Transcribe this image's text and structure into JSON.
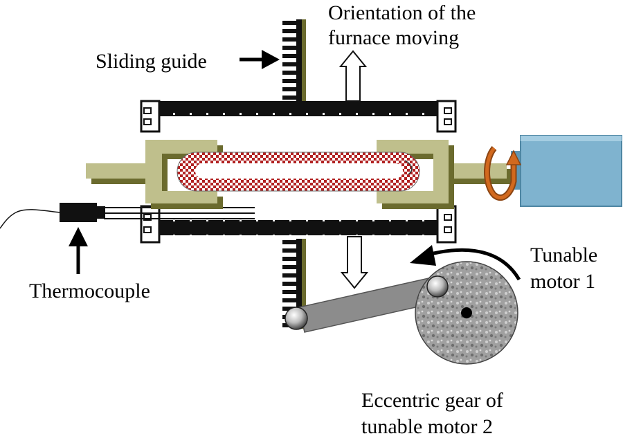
{
  "labels": {
    "orientation_line1": "Orientation of the",
    "orientation_line2": "furnace moving",
    "sliding_guide": "Sliding guide",
    "thermocouple": "Thermocouple",
    "motor1_line1": "Tunable",
    "motor1_line2": "motor 1",
    "gear_line1": "Eccentric gear of",
    "gear_line2": "tunable motor 2"
  },
  "colors": {
    "frame": "#bfbf8c",
    "frame_dark": "#6b6b2e",
    "rail": "#111111",
    "motor": "#7fb3cf",
    "rotation_arrow": "#d2691e",
    "sample_checker": "#b22222",
    "gear": "#9a9a9a",
    "rod": "#8c8c8c"
  }
}
